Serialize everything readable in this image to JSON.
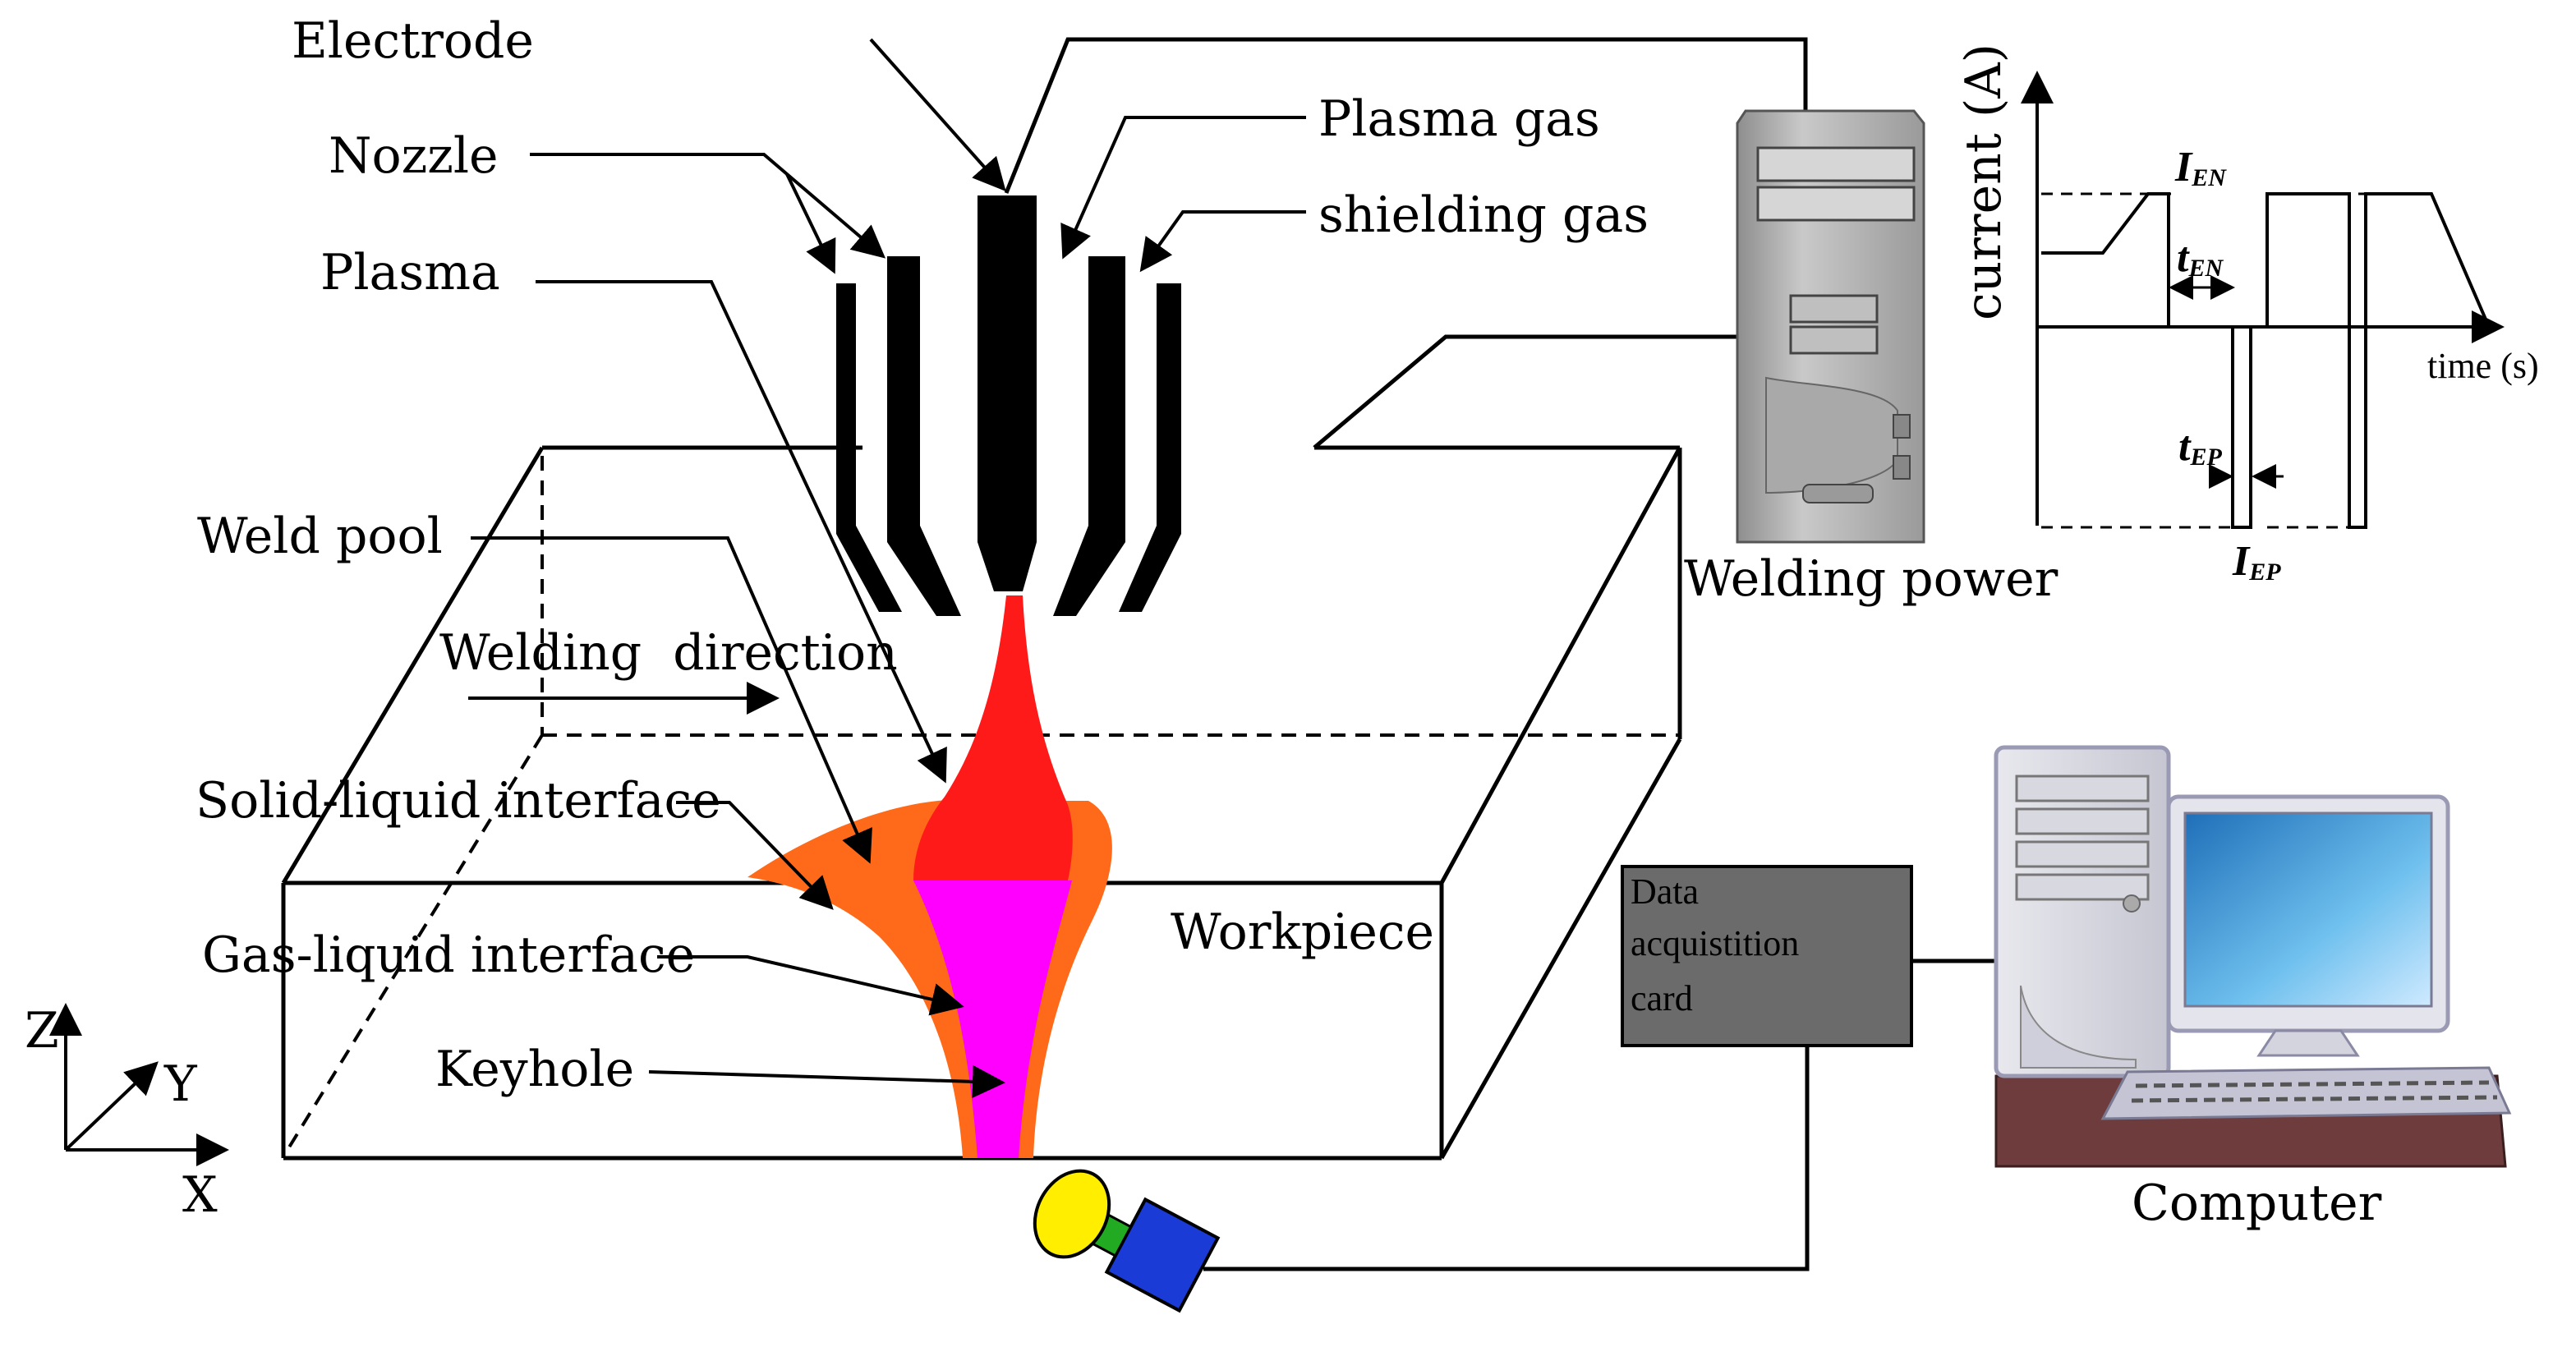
{
  "labels": {
    "electrode": "Electrode",
    "nozzle": "Nozzle",
    "plasma": "Plasma",
    "plasma_gas": "Plasma gas",
    "shielding_gas": "shielding gas",
    "weld_pool": "Weld pool",
    "welding_direction": "Welding  direction",
    "solid_liquid_interface": "Solid-liquid interface",
    "gas_liquid_interface": "Gas-liquid interface",
    "keyhole": "Keyhole",
    "workpiece": "Workpiece",
    "welding_power": "Welding power",
    "computer": "Computer",
    "daq_line1": "Data",
    "daq_line2": "acquistition",
    "daq_line3": "card",
    "axis_z": "Z",
    "axis_y": "Y",
    "axis_x": "X"
  },
  "waveform": {
    "y_label": "current (A)",
    "x_label": "time (s)",
    "i_en": "I",
    "i_en_sub": "EN",
    "t_en": "t",
    "t_en_sub": "EN",
    "t_ep": "t",
    "t_ep_sub": "EP",
    "i_ep": "I",
    "i_ep_sub": "EP"
  },
  "colors": {
    "plasma_arc": "#ff1a1a",
    "weld_pool": "#ff6a1a",
    "keyhole": "#ff00ff",
    "daq_card": "#6b6b6b",
    "camera_lens": "#ffee00",
    "camera_neck": "#22aa22",
    "camera_body": "#1a3bd6",
    "power_case": "#b5b5b5",
    "monitor_screen": "#4aa3df"
  },
  "icons": {
    "welding_power": "tower-pc-icon",
    "computer": "desktop-computer-icon",
    "camera": "camera-icon"
  }
}
